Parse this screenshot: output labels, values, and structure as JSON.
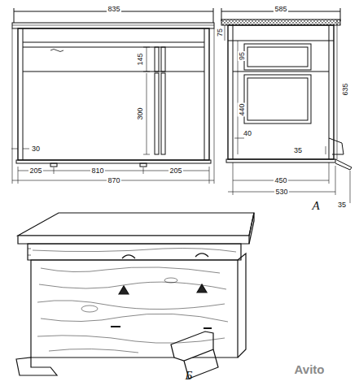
{
  "diagram": {
    "labels": [
      "835",
      "585",
      "145",
      "300",
      "75",
      "95",
      "440",
      "635",
      "40",
      "35",
      "30",
      "205",
      "810",
      "205",
      "870",
      "450",
      "530",
      "35",
      "А",
      "Б",
      "Avito"
    ]
  }
}
